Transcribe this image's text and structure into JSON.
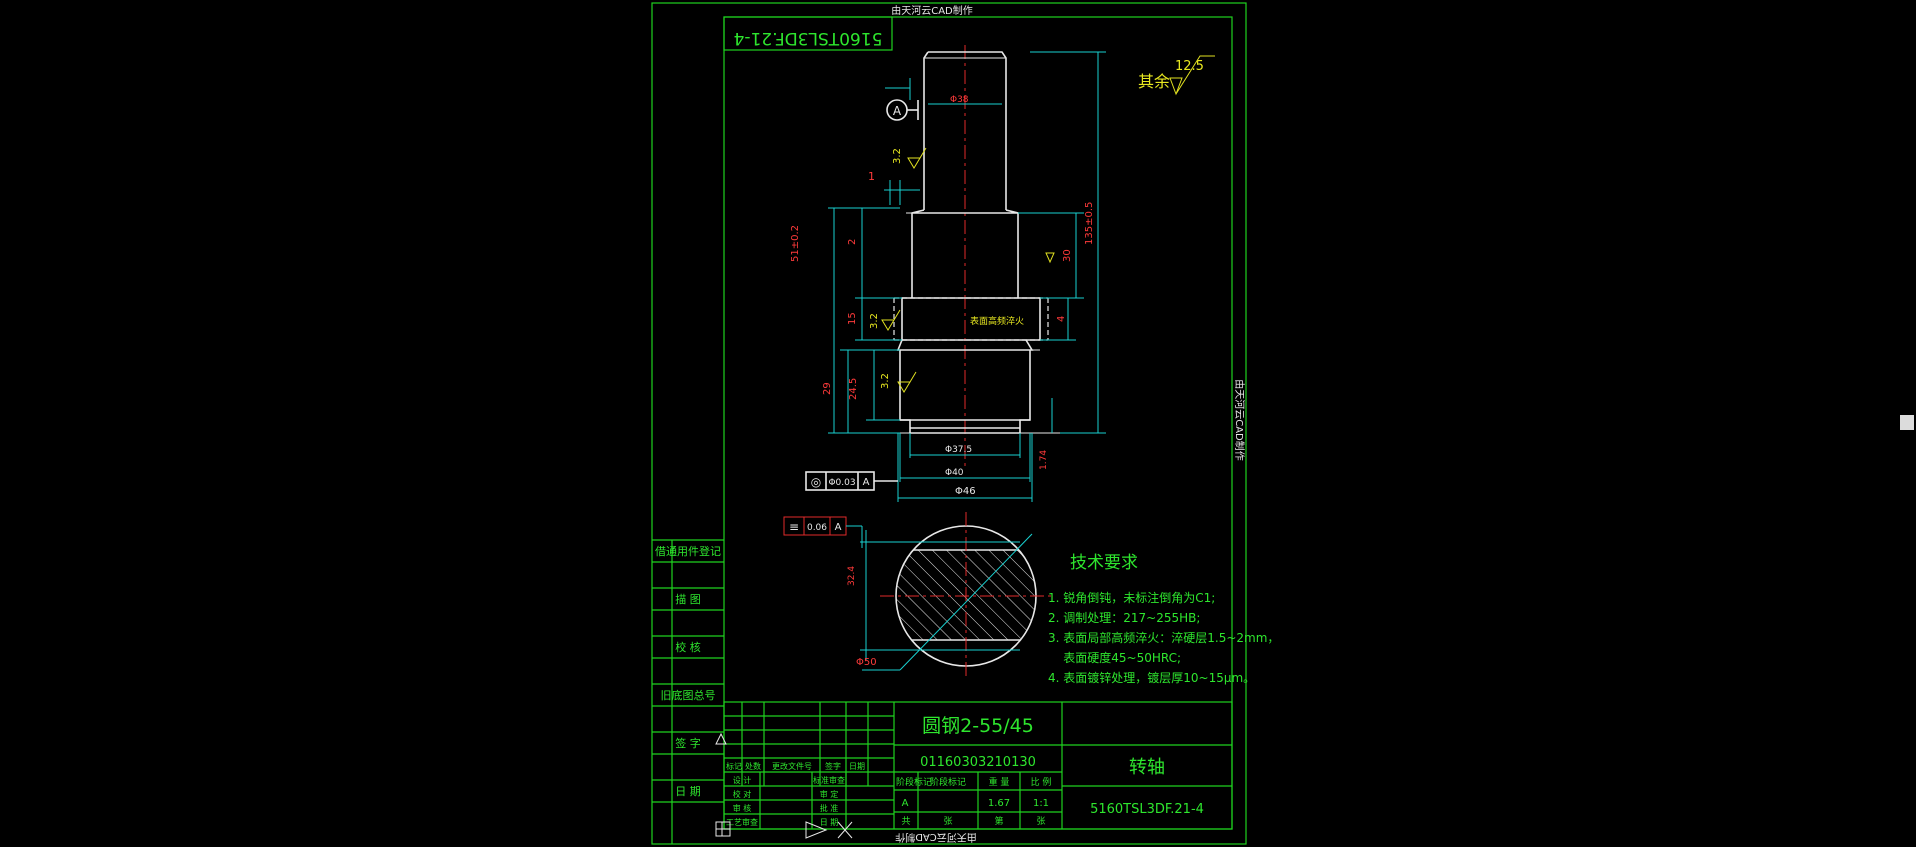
{
  "watermark_top": "由天河云CAD制作",
  "watermark_side": "由天河云CAD制作",
  "watermark_bottom": "由天河云CAD制作",
  "part_code_box": "5160TSL3DF.21-4",
  "surface_rest_label": "其余",
  "surface_rest_value": "12.5",
  "roughness_values": [
    "3.2",
    "3.2",
    "3.2"
  ],
  "datum_label": "A",
  "dimensions": {
    "dia_top": "Φ38",
    "dia_3": "Φ37.5",
    "dia_4": "Φ40",
    "dia_46": "Φ46",
    "dia_50": "Φ50",
    "len_1": "1",
    "len_2": "2",
    "len_51": "51±0.2",
    "len_15": "15",
    "len_29": "29",
    "len_245": "24.5",
    "len_135": "135±0.5",
    "len_30": "30",
    "len_4": "4",
    "len_174": "1.74",
    "len_32": "32.4",
    "quench_note": "表面高频淬火"
  },
  "tolerance_frames": [
    {
      "symbol": "◎",
      "value": "Φ0.03",
      "datum": "A"
    },
    {
      "symbol": "≡",
      "value": "0.06",
      "datum": "A"
    }
  ],
  "tech_req": {
    "title": "技术要求",
    "items": [
      "1. 锐角倒钝，未标注倒角为C1;",
      "2. 调制处理：217~255HB;",
      "3. 表面局部高频淬火：淬硬层1.5~2mm，",
      "    表面硬度45~50HRC;",
      "4. 表面镀锌处理，镀层厚10~15μm。"
    ]
  },
  "left_column": [
    "借通用件登记",
    "描 图",
    "校 核",
    "旧底图总号",
    "签 字",
    "日 期"
  ],
  "title_block": {
    "material": "圆钢2-55/45",
    "drawing_number": "01160303210130",
    "part_name": "转轴",
    "code": "5160TSL3DF.21-4",
    "stage_label": "阶段标记",
    "weight_label": "重 量",
    "scale_label": "比 例",
    "stage_value": "A",
    "weight_value": "1.67",
    "scale_value": "1:1",
    "total_label": "共",
    "sheet_label": "张",
    "page_label": "第",
    "row_headers": [
      "标记",
      "处数",
      "更改文件号",
      "签字",
      "日期"
    ],
    "signers": [
      "设 计",
      "校 对",
      "审 核",
      "工艺审查"
    ],
    "approvers": [
      "标准审查",
      "审 定",
      "批 准",
      "日 期"
    ]
  }
}
